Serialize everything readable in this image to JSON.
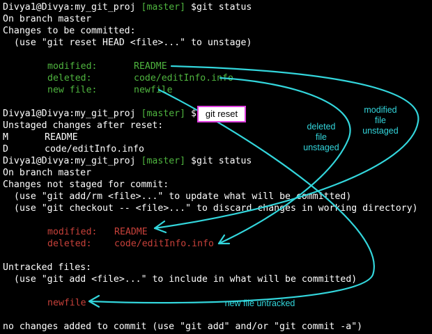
{
  "terminal": {
    "block1": {
      "prompt": "Divya1@Divya:my_git_proj",
      "branch": "[master]",
      "symbol": "$",
      "command": "git status",
      "on_branch": "On branch master",
      "header": "Changes to be committed:",
      "hint": "(use \"git reset HEAD <file>...\" to unstage)",
      "entries": [
        {
          "status": "modified:",
          "file": "README"
        },
        {
          "status": "deleted:",
          "file": "code/editInfo.info"
        },
        {
          "status": "new file:",
          "file": "newfile"
        }
      ]
    },
    "block2": {
      "prompt": "Divya1@Divya:my_git_proj",
      "branch": "[master]",
      "symbol": "$",
      "header": "Unstaged changes after reset:",
      "entries": [
        {
          "flag": "M",
          "file": "README"
        },
        {
          "flag": "D",
          "file": "code/editInfo.info"
        }
      ]
    },
    "block3": {
      "prompt": "Divya1@Divya:my_git_proj",
      "branch": "[master]",
      "symbol": "$",
      "command": "git status",
      "on_branch": "On branch master",
      "header": "Changes not staged for commit:",
      "hints": [
        "(use \"git add/rm <file>...\" to update what will be committed)",
        "(use \"git checkout -- <file>...\" to discard changes in working directory)"
      ],
      "entries": [
        {
          "status": "modified:",
          "file": "README"
        },
        {
          "status": "deleted:",
          "file": "code/editInfo.info"
        }
      ],
      "untracked_header": "Untracked files:",
      "untracked_hint": "(use \"git add <file>...\" to include in what will be committed)",
      "untracked_file": "newfile",
      "footer": "no changes added to commit (use \"git add\" and/or \"git commit -a\")"
    }
  },
  "annotations": {
    "reset_label": "git reset",
    "modified_note": [
      "modified",
      "file",
      "unstaged"
    ],
    "deleted_note": [
      "deleted",
      "file",
      "unstaged"
    ],
    "newfile_note": "new file untracked"
  },
  "colors": {
    "background": "#000000",
    "text": "#ffffff",
    "staged": "#4fb53f",
    "unstaged": "#c8413a",
    "annotation": "#33d6dc",
    "highlight_box": "#e040e0"
  }
}
